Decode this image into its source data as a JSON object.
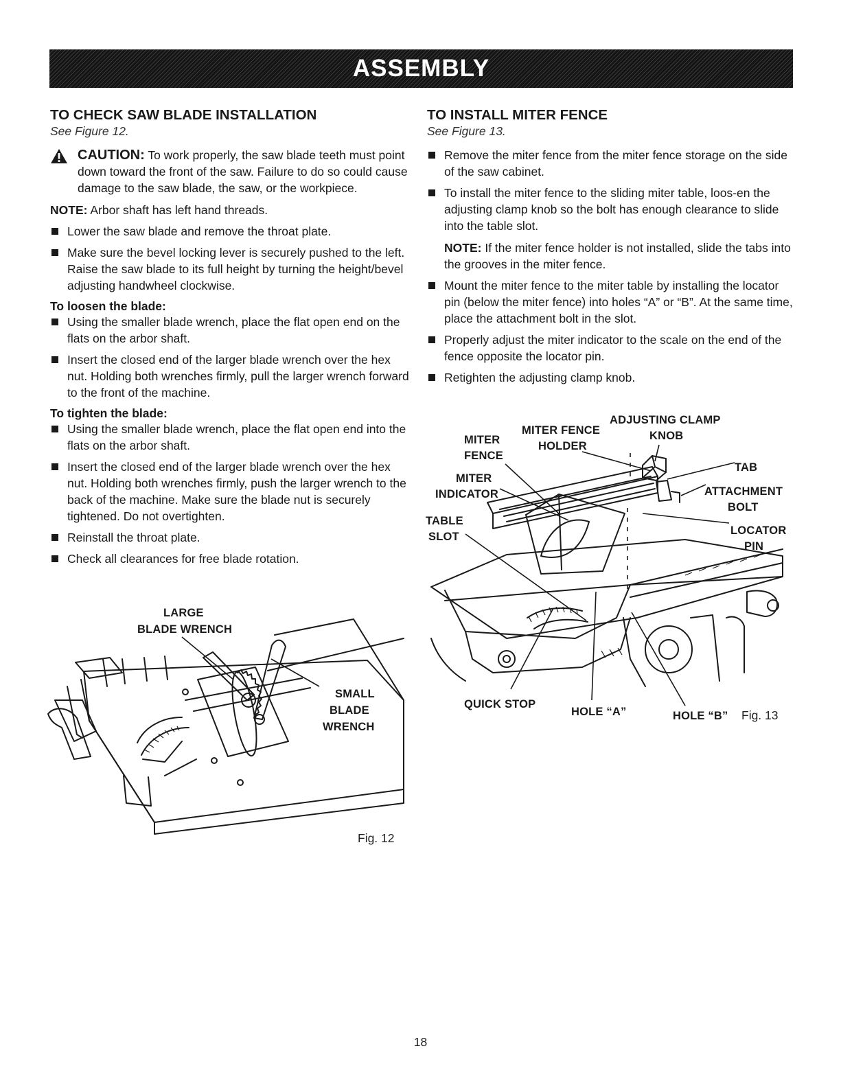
{
  "header": {
    "title": "ASSEMBLY"
  },
  "left": {
    "title": "TO CHECK SAW BLADE INSTALLATION",
    "see_figure": "See Figure 12.",
    "caution_label": "CAUTION:",
    "caution_text": "To work properly, the saw blade teeth must point down toward the front of the saw. Failure to do so could cause damage to the saw blade, the saw, or the workpiece.",
    "note_label": "NOTE:",
    "note_text": "Arbor shaft has left hand threads.",
    "bullets": [
      "Lower the saw blade and remove the throat plate.",
      "Make sure the bevel locking lever is securely pushed to the left. Raise the saw blade to its full height by turning the height/bevel adjusting handwheel clockwise."
    ],
    "loosen": {
      "heading": "To loosen the blade:",
      "bullets": [
        "Using the smaller blade wrench, place the flat open end on the flats on the arbor shaft.",
        "Insert the closed end of the larger blade wrench over the hex nut. Holding both wrenches firmly, pull the larger wrench forward to the front of the machine."
      ]
    },
    "tighten": {
      "heading": "To tighten the blade:",
      "bullets": [
        "Using the smaller blade wrench, place the flat open end into the flats on the arbor shaft.",
        "Insert the closed end of the larger blade wrench over the hex nut. Holding both wrenches firmly, push the larger wrench to the back of the machine. Make sure the blade nut is securely tightened. Do not overtighten.",
        "Reinstall the throat plate.",
        "Check all clearances for free blade rotation."
      ]
    },
    "figure": {
      "label": "Fig. 12",
      "callouts": {
        "large_1": "LARGE",
        "large_2": "BLADE WRENCH",
        "small_1": "SMALL",
        "small_2": "BLADE",
        "small_3": "WRENCH"
      }
    }
  },
  "right": {
    "title": "TO INSTALL MITER FENCE",
    "see_figure": "See Figure 13.",
    "bullets": [
      "Remove the miter fence from the miter fence storage on the side of the saw cabinet.",
      "To install the miter fence to the sliding miter table, loos-en the adjusting clamp knob so the bolt has enough clearance to slide into the table slot."
    ],
    "inner_note_label": "NOTE:",
    "inner_note_text": "If the miter fence holder is not installed, slide the tabs into the grooves in the miter fence.",
    "bullets2": [
      "Mount the miter fence to the miter table by installing the locator pin (below the miter fence) into holes “A” or “B”. At the same time, place the attachment bolt in the slot.",
      "Properly adjust the miter indicator to the scale on the end of the fence opposite the locator pin.",
      "Retighten the adjusting clamp knob."
    ],
    "figure": {
      "label": "Fig. 13",
      "callouts": {
        "adjusting_1": "ADJUSTING CLAMP",
        "adjusting_2": "KNOB",
        "holder_1": "MITER FENCE",
        "holder_2": "HOLDER",
        "fence_1": "MITER",
        "fence_2": "FENCE",
        "tab": "TAB",
        "indicator_1": "MITER",
        "indicator_2": "INDICATOR",
        "attach_1": "ATTACHMENT",
        "attach_2": "BOLT",
        "slot_1": "TABLE",
        "slot_2": "SLOT",
        "locator_1": "LOCATOR",
        "locator_2": "PIN",
        "quick_stop": "QUICK STOP",
        "hole_a": "HOLE “A”",
        "hole_b": "HOLE “B”"
      }
    }
  },
  "footer": {
    "page_number": "18"
  }
}
